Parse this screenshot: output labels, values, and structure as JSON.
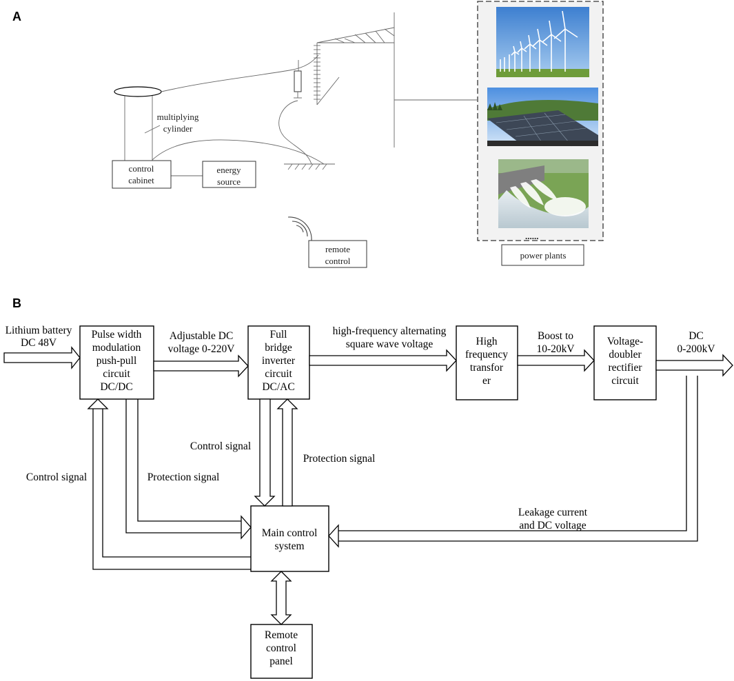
{
  "panel_a": {
    "label": "A",
    "multiplying_cylinder": "multiplying cylinder",
    "control_cabinet": "control cabinet",
    "energy_source": "energy source",
    "remote_control": "remote control",
    "power_plants": "power plants",
    "dots": "......",
    "images": [
      "wind-turbine-farm",
      "solar-panel-array",
      "hydroelectric-dam"
    ]
  },
  "panel_b": {
    "label": "B",
    "input": [
      "Lithium battery",
      "DC 48V"
    ],
    "blocks": {
      "pwm": [
        "Pulse width",
        "modulation",
        "push-pull",
        "circuit",
        "DC/DC"
      ],
      "inverter": [
        "Full",
        "bridge",
        "inverter",
        "circuit",
        "DC/AC"
      ],
      "transformer": [
        "High",
        "frequency",
        "transfor",
        "er"
      ],
      "rectifier": [
        "Voltage-",
        "doubler",
        "rectifier",
        "circuit"
      ],
      "main": [
        "Main control",
        "system"
      ],
      "remote": [
        "Remote",
        "control",
        "panel"
      ]
    },
    "flows": {
      "adjustable": [
        "Adjustable DC",
        "voltage 0-220V"
      ],
      "high_freq": [
        "high-frequency alternating",
        "square wave voltage"
      ],
      "boost": [
        "Boost to",
        "10-20kV"
      ],
      "output": [
        "DC",
        "0-200kV"
      ],
      "control_signal_left": "Control signal",
      "protection_signal_left": "Protection signal",
      "control_signal_mid": "Control signal",
      "protection_signal_mid": "Protection signal",
      "leakage": [
        "Leakage current",
        "and DC voltage"
      ]
    }
  }
}
